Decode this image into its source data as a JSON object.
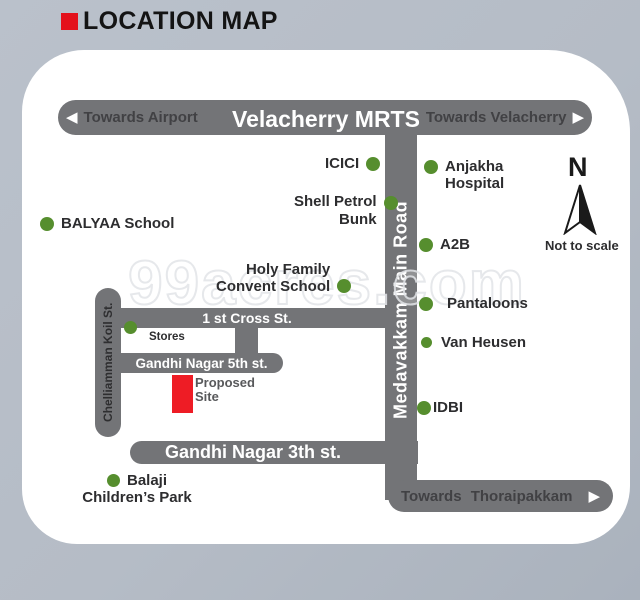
{
  "title": "LOCATION MAP",
  "watermark": "99acres.com",
  "compass": {
    "north": "N",
    "note": "Not to scale"
  },
  "top_road": {
    "left": "Towards Airport",
    "center": "Velacherry MRTS",
    "right": "Towards Velacherry",
    "left_arrow": "◀",
    "right_arrow": "▶"
  },
  "roads": {
    "main_vertical": "Medavakkam Main Road",
    "cross_1st": "1 st Cross St.",
    "chelliamman": "Chelliamman Koil St.",
    "gandhi_5th": "Gandhi Nagar 5th st.",
    "gandhi_3rd": "Gandhi Nagar 3th st.",
    "thoraipakkam": "Towards Thoraipakkam",
    "thoraipakkam_arrow": "▶"
  },
  "site": {
    "line1": "Proposed",
    "line2": "Site"
  },
  "landmarks": {
    "icici": {
      "label": "ICICI"
    },
    "anjakha": {
      "line1": "Anjakha",
      "line2": "Hospital"
    },
    "shell": {
      "line1": "Shell Petrol",
      "line2": "Bunk"
    },
    "balyaa": {
      "label": "BALYAA School"
    },
    "a2b": {
      "label": "A2B"
    },
    "holy_family": {
      "line1": "Holy Family",
      "line2": "Convent School"
    },
    "pantaloons": {
      "label": "Pantaloons"
    },
    "van_heusen": {
      "label": "Van Heusen"
    },
    "idbi": {
      "label": "IDBI"
    },
    "stores": {
      "label": "Stores"
    },
    "balaji": {
      "line1": "Balaji",
      "line2": "Children’s Park"
    }
  },
  "colors": {
    "road": "#737477",
    "landmark_green": "#568e2e",
    "site_red": "#ee1c25",
    "background": "#b5bcc6",
    "card": "#ffffff",
    "title_marker_red": "#e4111b"
  }
}
